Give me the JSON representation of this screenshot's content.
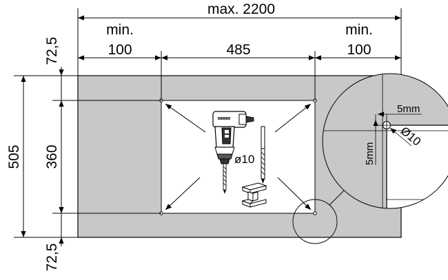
{
  "labels": {
    "overall_width": "max. 2200",
    "left_min_word": "min.",
    "left_min_value": "100",
    "center_width": "485",
    "right_min_word": "min.",
    "right_min_value": "100",
    "top_margin": "72,5",
    "bottom_margin": "72,5",
    "overall_height": "505",
    "cutout_height": "360",
    "drill_diameter": "ø10",
    "detail_offset_x": "5mm",
    "detail_offset_y": "5mm",
    "detail_hole": "Ø10"
  },
  "colors": {
    "panel_fill": "#c8c8c8",
    "cutout_fill": "#ffffff",
    "line": "#000000"
  },
  "icons": [
    "drill-icon",
    "drill-bit-icon",
    "steel-profile-icon"
  ]
}
